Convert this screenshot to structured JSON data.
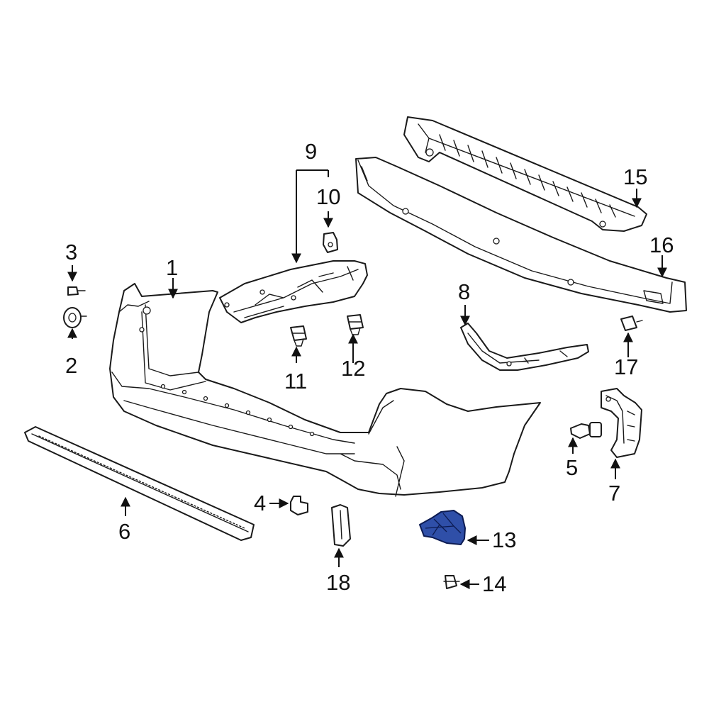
{
  "callouts": {
    "c1": "1",
    "c2": "2",
    "c3": "3",
    "c4": "4",
    "c5": "5",
    "c6": "6",
    "c7": "7",
    "c8": "8",
    "c9": "9",
    "c10": "10",
    "c11": "11",
    "c12": "12",
    "c13": "13",
    "c14": "14",
    "c15": "15",
    "c16": "16",
    "c17": "17",
    "c18": "18"
  },
  "highlighted_part": "13",
  "colors": {
    "line": "#1a1a1a",
    "highlight": "#2f4fa8",
    "background": "#ffffff"
  }
}
